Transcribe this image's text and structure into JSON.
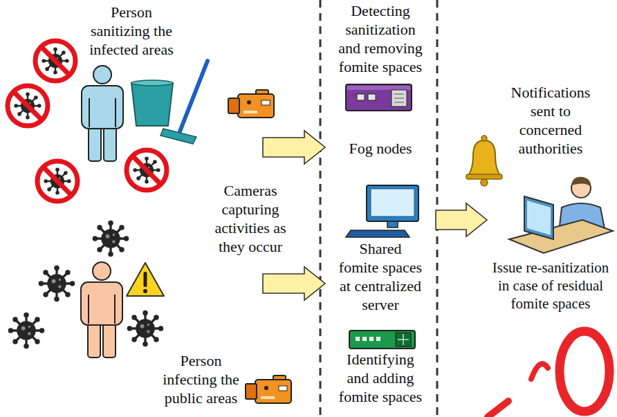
{
  "diagram": {
    "nodes": [
      {
        "text": [
          "Person sanitizing the infected areas"
        ]
      },
      {
        "text": [
          "Person infecting the public areas"
        ]
      },
      {
        "text": [
          "Detecting sanitization and removing fomite spaces",
          "Fog nodes"
        ]
      },
      {
        "text": [
          "Shared fomite spaces at centralized server"
        ]
      },
      {
        "text": [
          "Identifying and adding fomite spaces"
        ]
      },
      {
        "text": [
          "Notifications sent to concerned authorities",
          "Issue re-sanitization in case of residual fomite spaces"
        ]
      }
    ],
    "edges": [
      {
        "from": 0,
        "to": 2,
        "arrow": "to"
      },
      {
        "from": 1,
        "to": 3,
        "arrow": "to"
      },
      {
        "from": 3,
        "to": 5,
        "arrow": "to"
      }
    ],
    "labels": [
      "Cameras capturing activities as they occur"
    ]
  }
}
